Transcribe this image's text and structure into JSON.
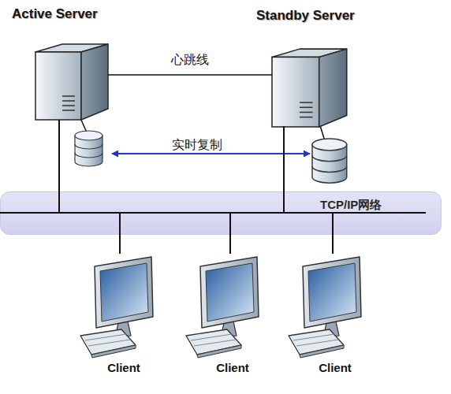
{
  "diagram": {
    "nodes": [
      {
        "text": [
          "Active Server"
        ]
      },
      {
        "text": [
          "Standby Server"
        ]
      },
      {
        "text": [
          "TCP/IP网络"
        ]
      },
      {
        "text": [
          "Client"
        ]
      },
      {
        "text": [
          "Client"
        ]
      },
      {
        "text": [
          "Client"
        ]
      }
    ],
    "edges": [
      {
        "from": 0,
        "to": 1,
        "label": "心跳线",
        "arrow": "none"
      },
      {
        "from": 0,
        "to": 2,
        "arrow": "none"
      },
      {
        "from": 1,
        "to": 2,
        "arrow": "none"
      },
      {
        "from": 2,
        "to": 3,
        "arrow": "none"
      },
      {
        "from": 2,
        "to": 4,
        "arrow": "none"
      },
      {
        "from": 2,
        "to": 5,
        "arrow": "none"
      }
    ],
    "labels": [
      "实时复制"
    ]
  }
}
